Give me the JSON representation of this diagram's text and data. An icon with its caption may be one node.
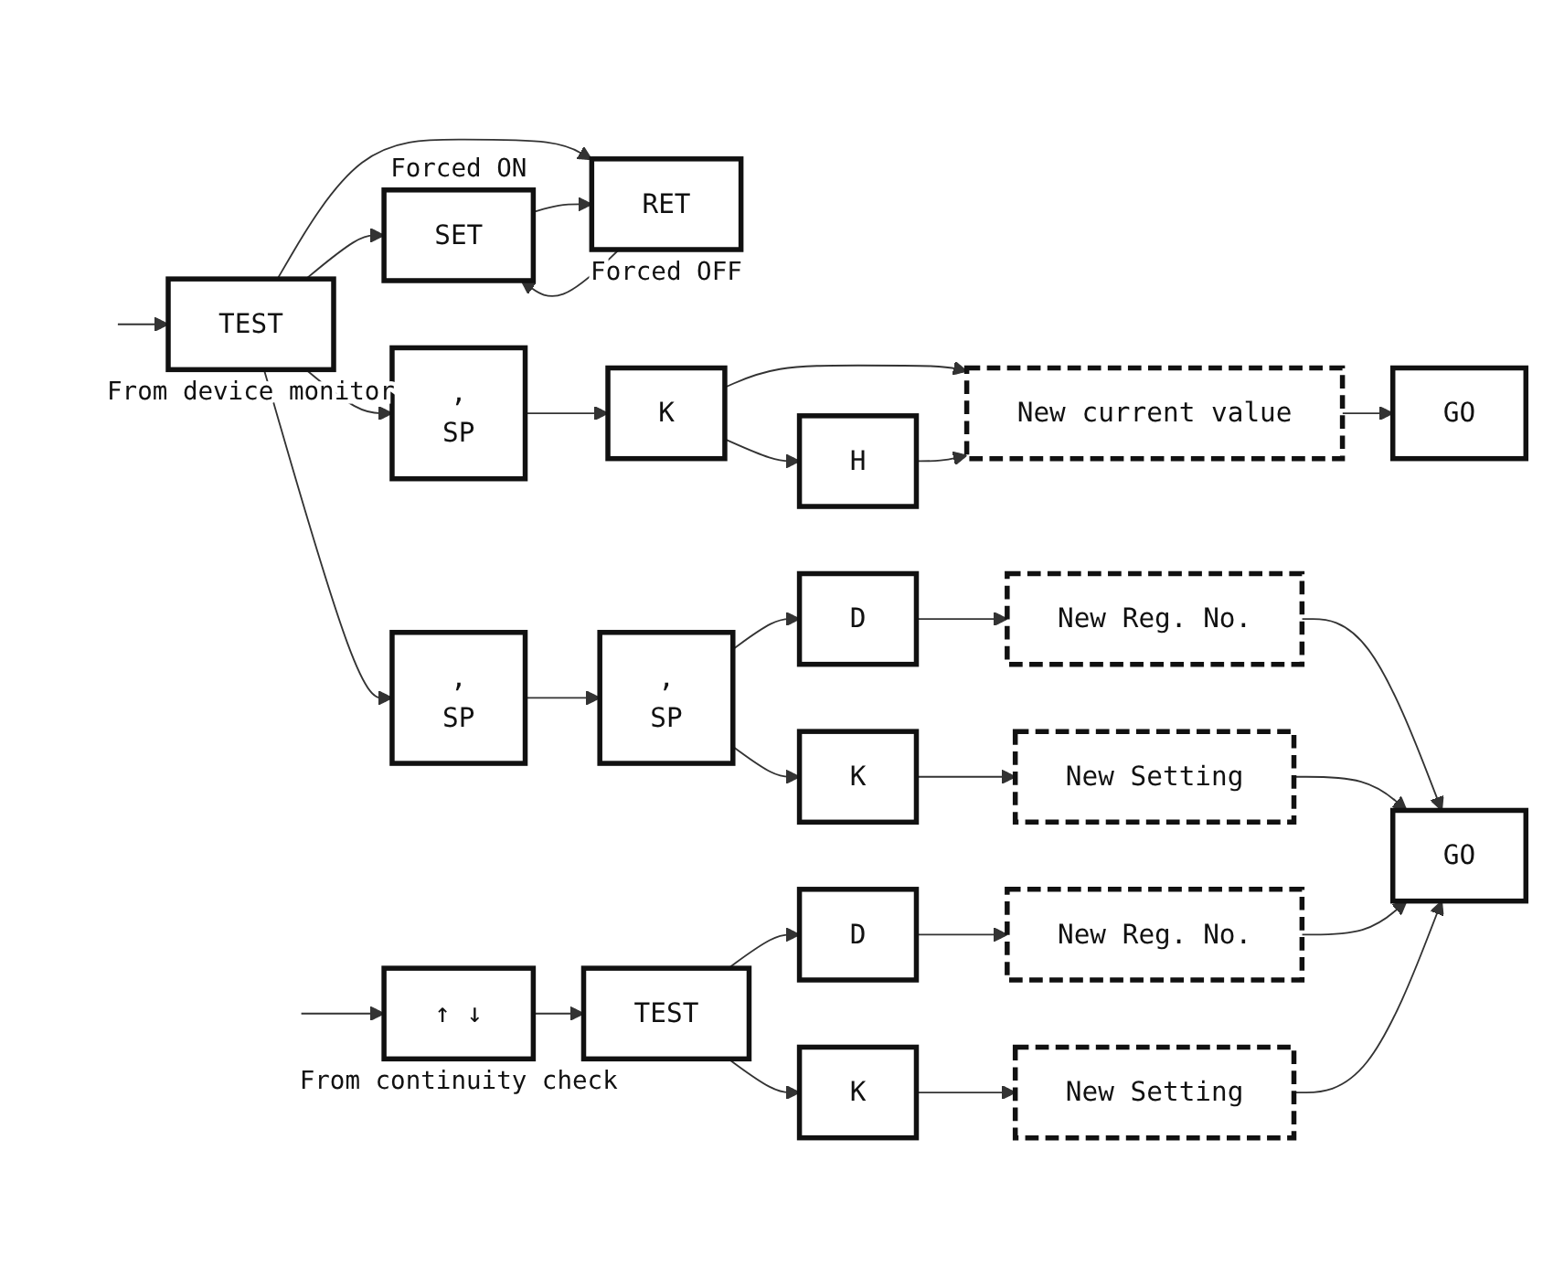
{
  "diagram": {
    "nodes": [
      {
        "text": [
          "TEST"
        ],
        "beside": [
          "From device monitor"
        ]
      },
      {
        "text": [
          "SET"
        ],
        "beside": [
          "Forced ON"
        ]
      },
      {
        "text": [
          "RET"
        ],
        "beside": [
          "Forced OFF"
        ]
      },
      {
        "text": [
          ",",
          "SP"
        ]
      },
      {
        "text": [
          "K"
        ]
      },
      {
        "text": [
          "H"
        ]
      },
      {
        "text": [
          "New current value"
        ]
      },
      {
        "text": [
          "GO"
        ]
      },
      {
        "text": [
          ",",
          "SP"
        ]
      },
      {
        "text": [
          ",",
          "SP"
        ]
      },
      {
        "text": [
          "D"
        ]
      },
      {
        "text": [
          "New Reg. No."
        ]
      },
      {
        "text": [
          "K"
        ]
      },
      {
        "text": [
          "New Setting"
        ]
      },
      {
        "text": [
          "GO"
        ]
      },
      {
        "text": [
          "↑ ↓"
        ],
        "beside": [
          "From continuity check"
        ]
      },
      {
        "text": [
          "TEST"
        ]
      },
      {
        "text": [
          "D"
        ]
      },
      {
        "text": [
          "New Reg. No."
        ]
      },
      {
        "text": [
          "K"
        ]
      },
      {
        "text": [
          "New Setting"
        ]
      }
    ],
    "edges": [
      {
        "from": null,
        "to": 0,
        "arrow": "to"
      },
      {
        "from": null,
        "to": 15,
        "arrow": "to"
      },
      {
        "from": 0,
        "to": 1,
        "arrow": "to"
      },
      {
        "from": 0,
        "to": 2,
        "arrow": "to"
      },
      {
        "from": 1,
        "to": 2,
        "arrow": "to"
      },
      {
        "from": 2,
        "to": 1,
        "arrow": "to"
      },
      {
        "from": 0,
        "to": 3,
        "arrow": "to"
      },
      {
        "from": 3,
        "to": 4,
        "arrow": "to"
      },
      {
        "from": 4,
        "to": 5,
        "arrow": "to"
      },
      {
        "from": 4,
        "to": 6,
        "arrow": "to"
      },
      {
        "from": 5,
        "to": 6,
        "arrow": "to"
      },
      {
        "from": 6,
        "to": 7,
        "arrow": "to"
      },
      {
        "from": 0,
        "to": 8,
        "arrow": "to"
      },
      {
        "from": 8,
        "to": 9,
        "arrow": "to"
      },
      {
        "from": 9,
        "to": 10,
        "arrow": "to"
      },
      {
        "from": 9,
        "to": 12,
        "arrow": "to"
      },
      {
        "from": 10,
        "to": 11,
        "arrow": "to"
      },
      {
        "from": 12,
        "to": 13,
        "arrow": "to"
      },
      {
        "from": 11,
        "to": 14,
        "arrow": "to"
      },
      {
        "from": 13,
        "to": 14,
        "arrow": "to"
      },
      {
        "from": 15,
        "to": 16,
        "arrow": "to"
      },
      {
        "from": 16,
        "to": 17,
        "arrow": "to"
      },
      {
        "from": 16,
        "to": 19,
        "arrow": "to"
      },
      {
        "from": 17,
        "to": 18,
        "arrow": "to"
      },
      {
        "from": 19,
        "to": 20,
        "arrow": "to"
      },
      {
        "from": 18,
        "to": 14,
        "arrow": "to"
      },
      {
        "from": 20,
        "to": 14,
        "arrow": "to"
      }
    ]
  }
}
